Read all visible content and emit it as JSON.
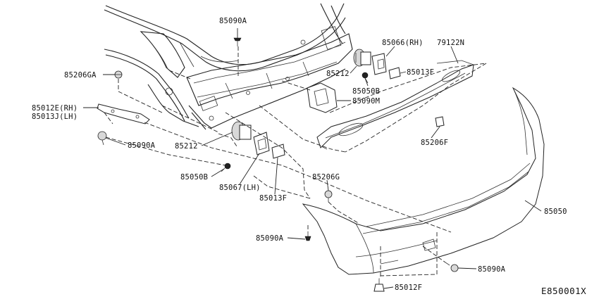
{
  "diagram": {
    "id": "E850001X",
    "labels": [
      "85090A",
      "85066(RH)",
      "79122N",
      "85206GA",
      "85212",
      "85013F",
      "85050B",
      "85090M",
      "85012E(RH)",
      "85013J(LH)",
      "85206F",
      "85090A",
      "85212",
      "85050B",
      "85067(LH)",
      "85013F",
      "85206G",
      "85050",
      "85090A",
      "85090A",
      "85012F"
    ]
  },
  "colors": {
    "line": "#222222",
    "background": "#ffffff"
  }
}
